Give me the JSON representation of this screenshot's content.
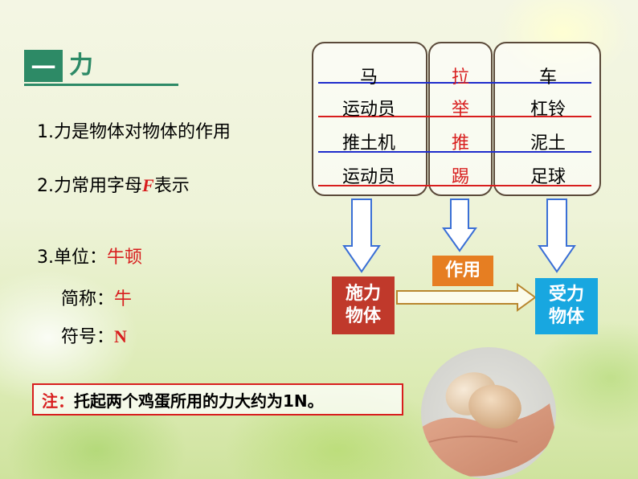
{
  "header": {
    "number": "一",
    "title": "力"
  },
  "points": {
    "p1": "1.力是物体对物体的作用",
    "p2_prefix": "2.力常用字母",
    "p2_letter": "F",
    "p2_suffix": "表示",
    "p3_label": "3.单位：",
    "p3_value": "牛顿",
    "abbr_label": "简称：",
    "abbr_value": "牛",
    "symbol_label": "符号：",
    "symbol_value": "N"
  },
  "table": {
    "left": [
      "马",
      "运动员",
      "推土机",
      "运动员"
    ],
    "middle": [
      "拉",
      "举",
      "推",
      "踢"
    ],
    "right": [
      "车",
      "杠铃",
      "泥土",
      "足球"
    ]
  },
  "flow": {
    "action_label": "作用",
    "applier_label": "施力\n物体",
    "receiver_label": "受力\n物体"
  },
  "note": {
    "prefix": "注：",
    "text": "托起两个鸡蛋所用的力大约为1N。"
  },
  "colors": {
    "header_green": "#2d8a66",
    "text_red": "#d81e1e",
    "line_blue": "#1f2ccc",
    "applier_bg": "#c0392b",
    "action_bg": "#e67e22",
    "receiver_bg": "#18a7e0"
  }
}
